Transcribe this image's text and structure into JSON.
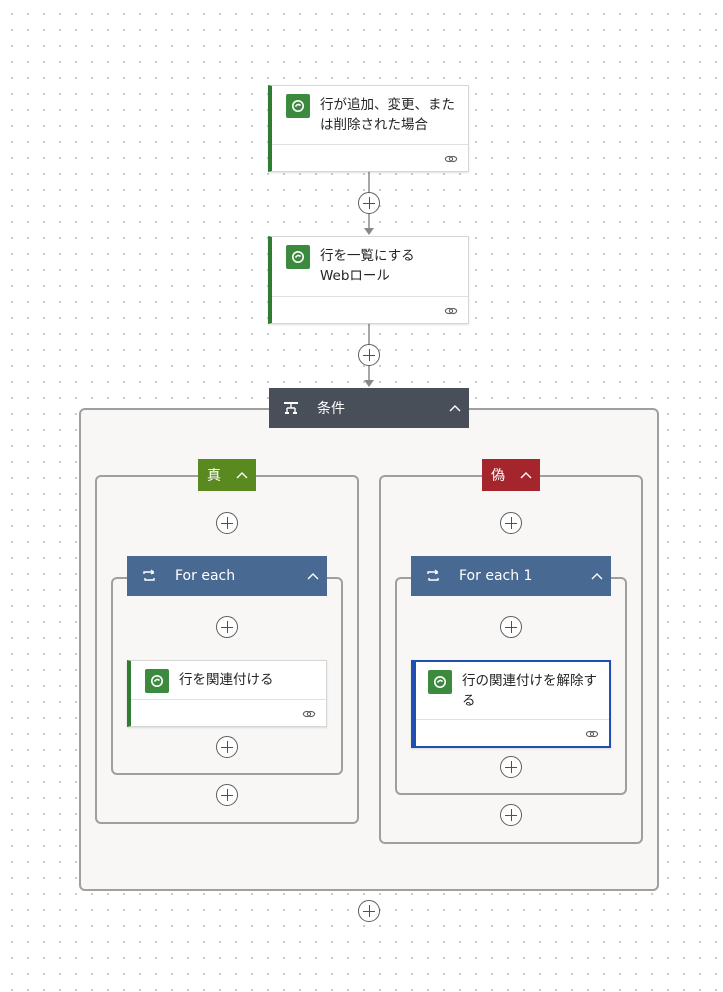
{
  "trigger": {
    "title": "行が追加、変更、または削除された場合"
  },
  "list_rows": {
    "title": "行を一覧にする",
    "subtitle": "Webロール"
  },
  "condition": {
    "label": "条件"
  },
  "true_branch": {
    "label": "真",
    "loop": {
      "label": "For each"
    },
    "action": {
      "title": "行を関連付ける"
    }
  },
  "false_branch": {
    "label": "偽",
    "loop": {
      "label": "For each 1"
    },
    "action": {
      "title": "行の関連付けを解除する"
    }
  },
  "icons": {
    "dataverse": "dataverse-icon",
    "link": "link-icon",
    "condition": "condition-icon",
    "loop": "loop-icon",
    "chevron": "chevron-up-icon",
    "add": "add-step-icon"
  },
  "colors": {
    "dataverse": "#3b8a3e",
    "condition_header": "#484f58",
    "loop_header": "#486991",
    "true": "#5a8a1f",
    "false": "#a4262c",
    "selected": "#1f4fb0"
  }
}
